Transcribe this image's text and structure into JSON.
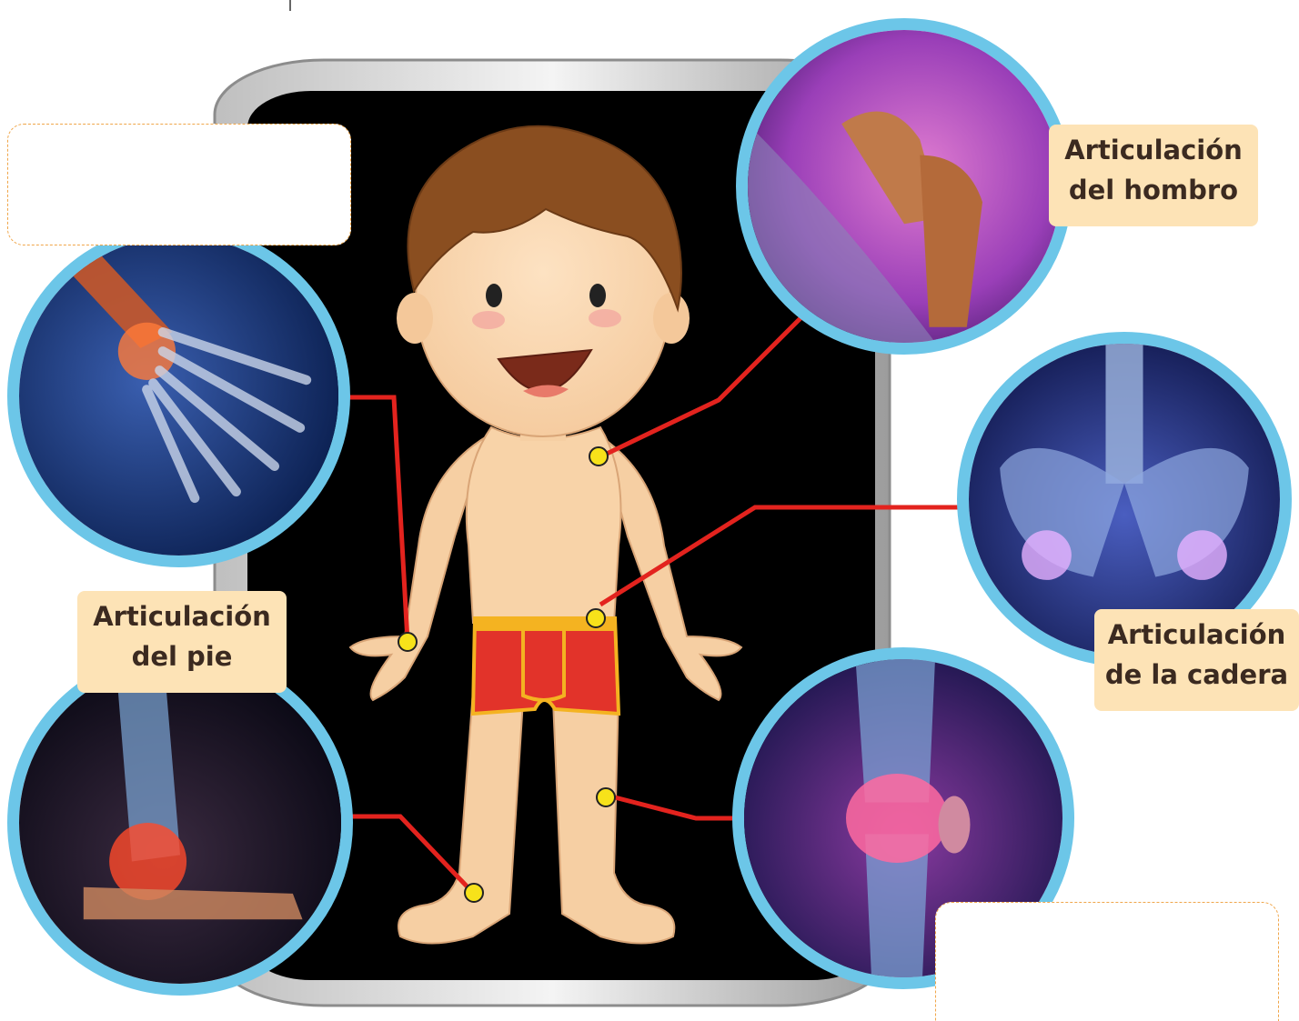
{
  "labels": {
    "shoulder": {
      "line1": "Articulación",
      "line2": "del hombro"
    },
    "hip": {
      "line1": "Articulación",
      "line2": "de la cadera"
    },
    "foot": {
      "line1": "Articulación",
      "line2": "del pie"
    }
  },
  "blanks": [
    "wrist",
    "knee"
  ],
  "colors": {
    "circle_border": "#6cc6e8",
    "label_bg": "#fde3b6",
    "connector": "#e3231e",
    "joint_marker": "#f7e21a",
    "board": "#000000"
  },
  "joints": [
    "wrist",
    "shoulder",
    "hip",
    "knee",
    "ankle"
  ]
}
